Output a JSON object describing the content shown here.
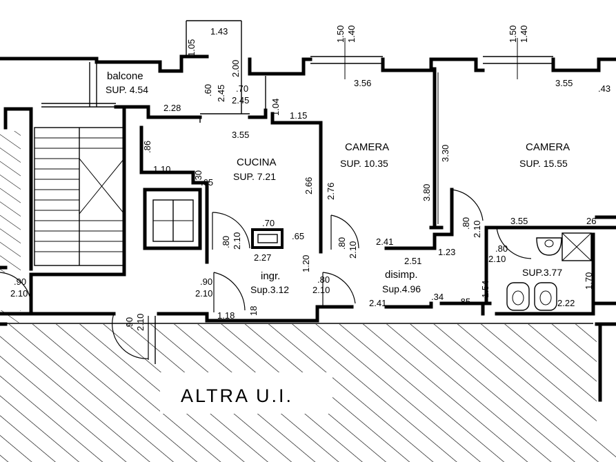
{
  "rooms": {
    "balcone": {
      "name": "balcone",
      "sup": "SUP. 4.54"
    },
    "cucina": {
      "name": "CUCINA",
      "sup": "SUP. 7.21"
    },
    "camera1": {
      "name": "CAMERA",
      "sup": "SUP. 10.35"
    },
    "camera2": {
      "name": "CAMERA",
      "sup": "SUP. 15.55"
    },
    "ingresso": {
      "name": "ingr.",
      "sup": "Sup.3.12"
    },
    "disimpegno": {
      "name": "disimp.",
      "sup": "Sup.4.96"
    },
    "bagno": {
      "sup": "SUP.3.77"
    }
  },
  "other_unit": "ALTRA U.I.",
  "dims": {
    "d143": "1.43",
    "d105": "1.05",
    "d200": "2.00",
    "w1_150": "1.50",
    "w1_140": "1.40",
    "w2_150": "1.50",
    "w2_140": "1.40",
    "d356": "3.56",
    "d355a": "3.55",
    "d043": ".43",
    "d228": "2.28",
    "d060": ".60",
    "d245a": "2.45",
    "d070a": ".70",
    "d245b": "2.45",
    "d104": "1.04",
    "d115": "1.15",
    "d355b": "3.55",
    "d086": ".86",
    "d110": "1.10",
    "d030": ".30",
    "d065a": ".65",
    "d266": "2.66",
    "d276": "2.76",
    "d380": "3.80",
    "d330": "3.30",
    "d070b": ".70",
    "d065b": ".65",
    "d227": "2.27",
    "d241a": "2.41",
    "d251": "2.51",
    "d123": "1.23",
    "d355c": "3.55",
    "d026": "26",
    "k1_080": ".80",
    "k1_210": "2.10",
    "k2_080": ".80",
    "k2_210": "2.10",
    "k3_080": ".80",
    "k3_210": "2.10",
    "k4_080": ".80",
    "k4_210": "2.10",
    "k5_090": ".90",
    "k5_210": "2.10",
    "k6_090": ".90",
    "k6_210": "2.10",
    "k7_080": ".80",
    "k7_210": "2.10",
    "k8_090": ".90",
    "k8_210": "2.10",
    "d120": "1.20",
    "d018": "18",
    "d118": "1.18",
    "d241b": "2.41",
    "d034": ".34",
    "d085": ".85",
    "d154": "1.54",
    "d170": "1.70",
    "d222": "2.22"
  }
}
